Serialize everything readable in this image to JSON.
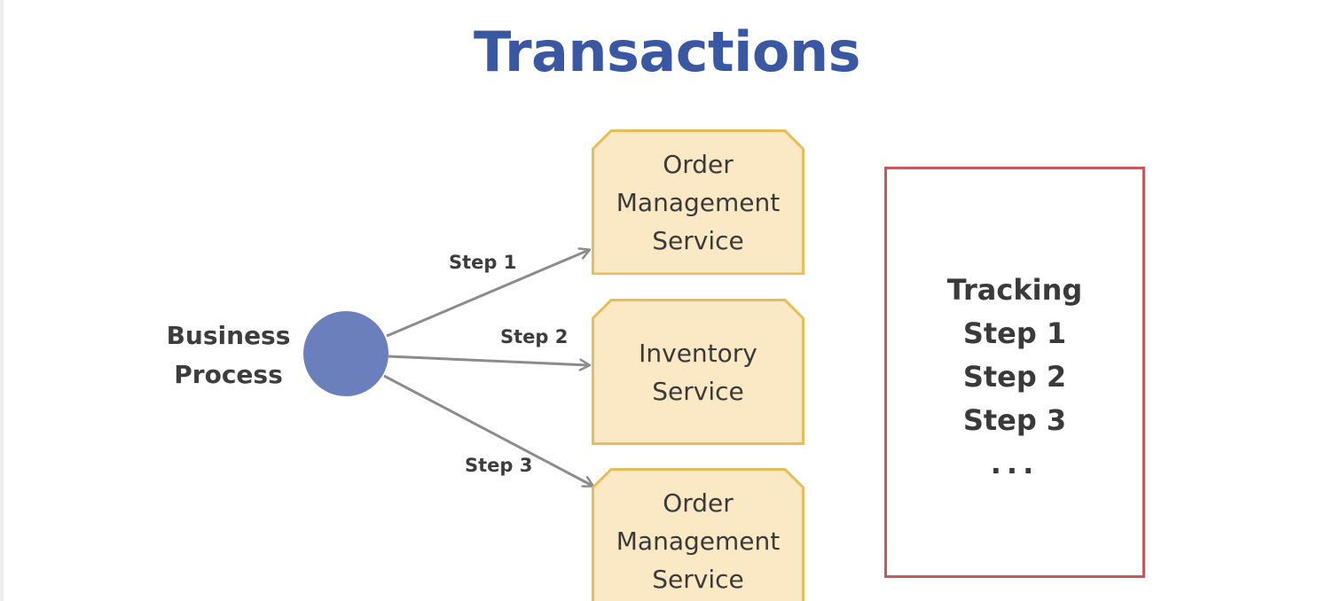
{
  "slide": {
    "title": "Transactions"
  },
  "process": {
    "label_line1": "Business",
    "label_line2": "Process"
  },
  "steps": [
    {
      "label": "Step 1"
    },
    {
      "label": "Step 2"
    },
    {
      "label": "Step 3"
    }
  ],
  "services": [
    {
      "line1": "Order",
      "line2": "Management",
      "line3": "Service"
    },
    {
      "line1": "Inventory",
      "line2": "Service"
    },
    {
      "line1": "Order",
      "line2": "Management",
      "line3": "Service"
    }
  ],
  "tracking": {
    "heading": "Tracking",
    "items": [
      "Step 1",
      "Step 2",
      "Step 3"
    ],
    "more": "..."
  },
  "colors": {
    "title": "#3a57a4",
    "process_circle": "#6a7fbb",
    "service_fill": "#fbe8c4",
    "service_border": "#e8bd58",
    "arrow": "#8c8c8c",
    "tracking_border": "#c9585d"
  }
}
